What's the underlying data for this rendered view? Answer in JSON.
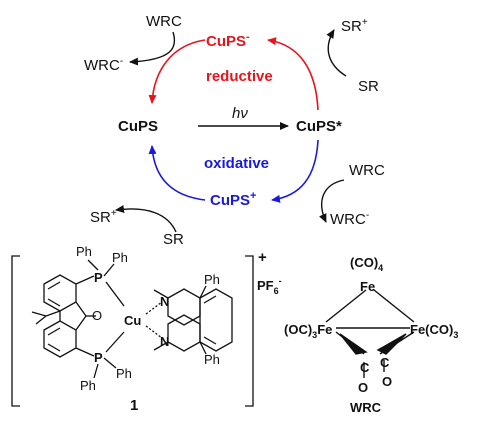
{
  "cycle": {
    "center_left": "CuPS",
    "center_right": "CuPS*",
    "hv": "hν",
    "reductive": {
      "label": "reductive",
      "intermediate_base": "CuPS",
      "intermediate_sup": "-",
      "wrc_in": "WRC",
      "wrc_out_base": "WRC",
      "wrc_out_sup": "-",
      "sr_in": "SR",
      "sr_out_base": "SR",
      "sr_out_sup": "+"
    },
    "oxidative": {
      "label": "oxidative",
      "intermediate_base": "CuPS",
      "intermediate_sup": "+",
      "wrc_in": "WRC",
      "wrc_out_base": "WRC",
      "wrc_out_sup": "-",
      "sr_in": "SR",
      "sr_out_base": "SR",
      "sr_out_sup": "+"
    },
    "colors": {
      "reductive": "#e8141c",
      "oxidative": "#1a1adc",
      "neutral": "#111111"
    }
  },
  "complex": {
    "number": "1",
    "charge": "+",
    "counterion_base": "PF",
    "counterion_sub": "6",
    "counterion_sup": "-",
    "metal": "Cu",
    "phosphorus": "P",
    "oxygen": "O",
    "nitrogen": "N",
    "phenyl": "Ph"
  },
  "wrc": {
    "name": "WRC",
    "top_group": "(CO)",
    "top_sub": "4",
    "left_group": "(OC)",
    "left_sub": "3",
    "right_group": "Fe(CO)",
    "right_sub": "3",
    "iron": "Fe",
    "carbon": "C",
    "oxygen": "O"
  }
}
